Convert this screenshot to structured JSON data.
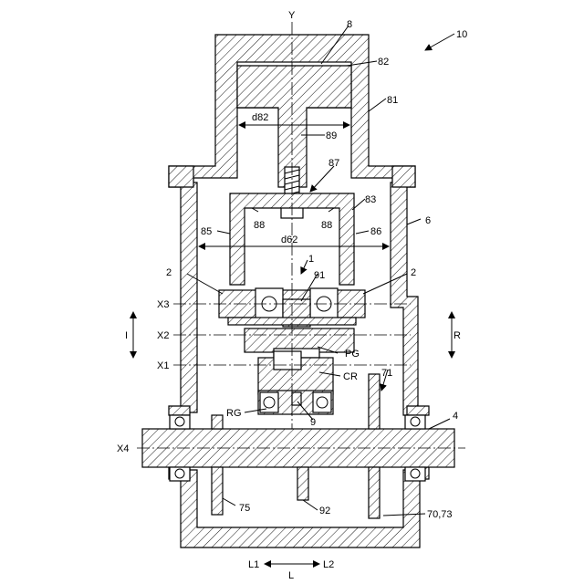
{
  "labels": {
    "Y": "Y",
    "n8": "8",
    "n10": "10",
    "n82": "82",
    "n81": "81",
    "d82": "d82",
    "n89": "89",
    "n87": "87",
    "n83": "83",
    "n6": "6",
    "n88a": "88",
    "n88b": "88",
    "n85": "85",
    "n86": "86",
    "d62": "d62",
    "n1": "1",
    "n2a": "2",
    "n2b": "2",
    "n91": "91",
    "X3": "X3",
    "X2": "X2",
    "X1": "X1",
    "PG": "PG",
    "CR": "CR",
    "n71": "71",
    "RG": "RG",
    "n9": "9",
    "n4": "4",
    "X4": "X4",
    "n75": "75",
    "n92": "92",
    "n7073": "70,73",
    "I": "I",
    "R": "R",
    "L1": "L1",
    "L2": "L2",
    "L": "L"
  }
}
